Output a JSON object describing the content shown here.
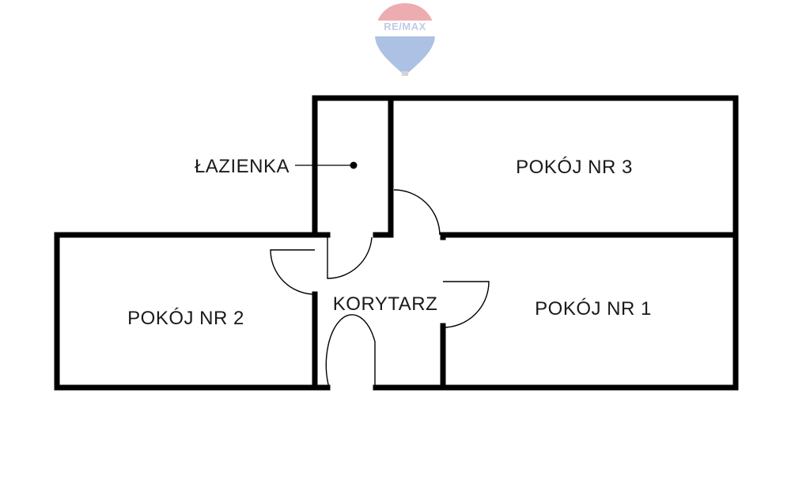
{
  "logo": {
    "text": "RE/MAX",
    "colors": {
      "red": "#e8a0a2",
      "blue": "#9db4de",
      "text": "#d9d9e8"
    }
  },
  "rooms": {
    "bathroom": "ŁAZIENKA",
    "room3": "POKÓJ NR 3",
    "room2": "POKÓJ NR 2",
    "corridor": "KORYTARZ",
    "room1": "POKÓJ NR 1"
  },
  "colors": {
    "wall": "#000000",
    "text": "#1a1a1a",
    "background": "#ffffff"
  }
}
